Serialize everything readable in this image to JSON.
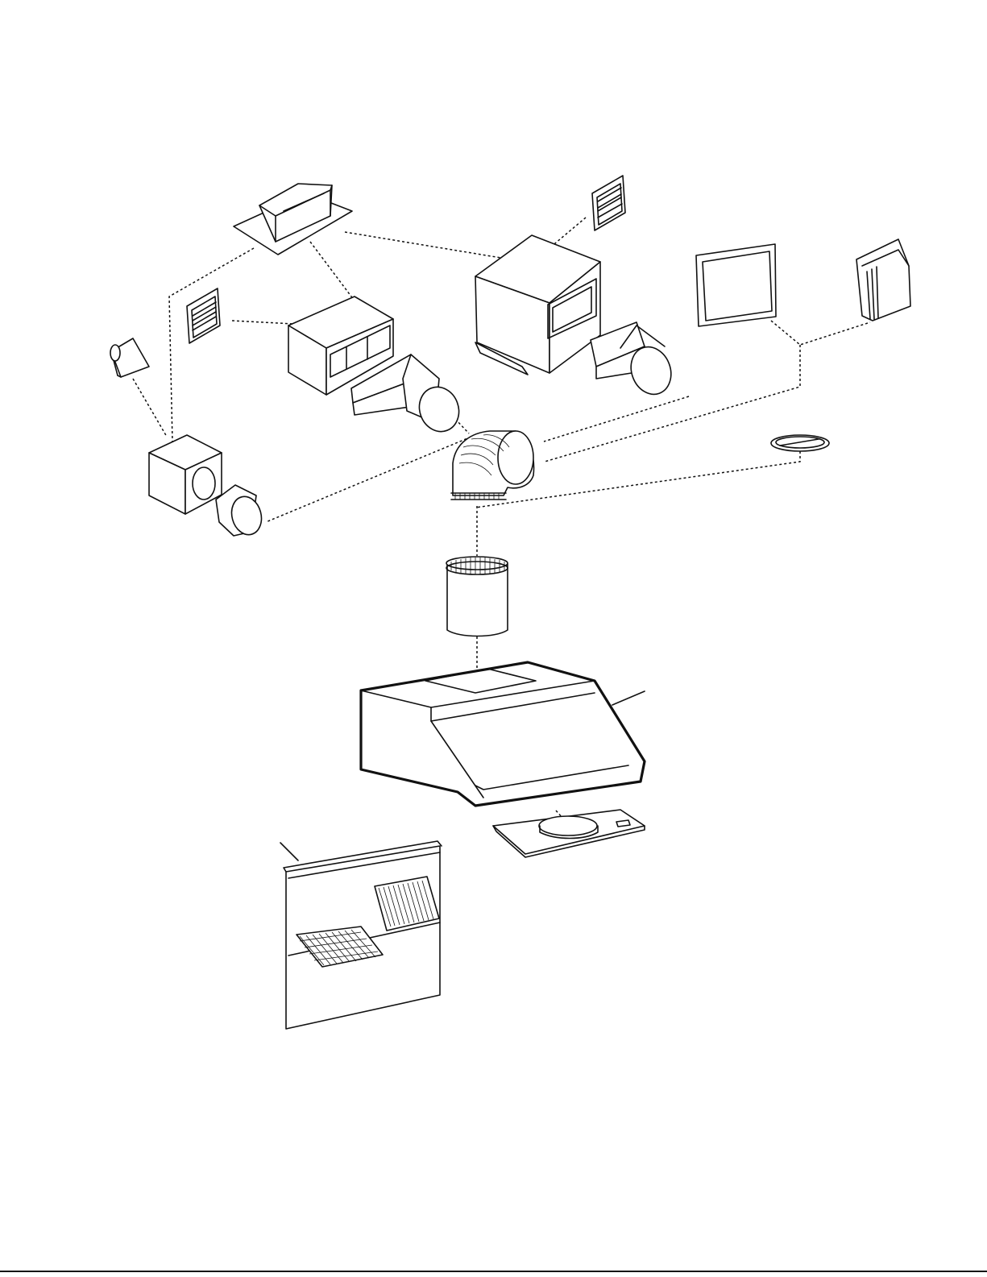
{
  "diagram": {
    "kind": "exploded-parts-view",
    "labels": [],
    "parts": [
      "roof-jack",
      "wall-louver-cap",
      "wall-cap-hood",
      "rect-duct-transition",
      "rect-duct-box",
      "wall-cap-box-large",
      "duct-transition-round",
      "wall-cap-square",
      "wall-cap-slanted",
      "small-damper-wall-cap",
      "small-duct-box",
      "round-adapter",
      "round-elbow",
      "damper-disc",
      "round-duct-pipe",
      "range-hood",
      "filter-plate",
      "backsplash-panel"
    ]
  }
}
